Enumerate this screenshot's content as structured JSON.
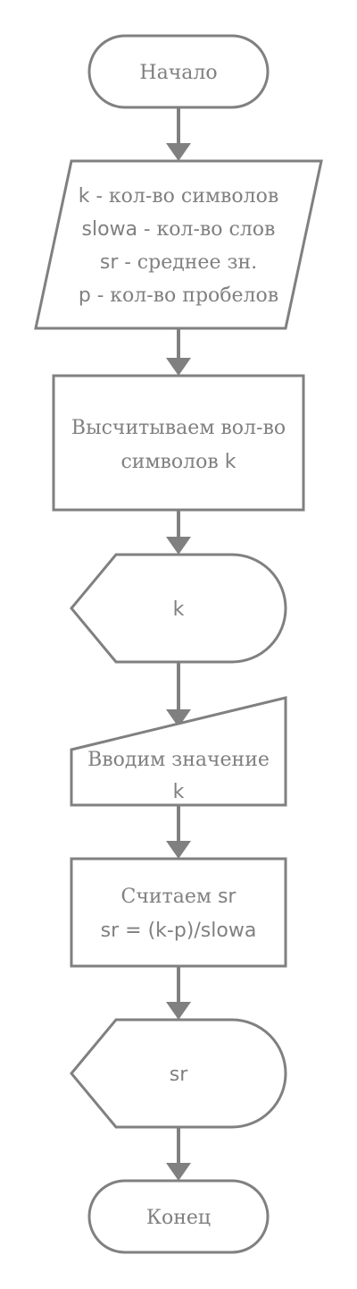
{
  "flowchart": {
    "start": {
      "text": "Начало"
    },
    "input": {
      "lines": [
        [
          {
            "t": "k",
            "f": "sans"
          },
          {
            "t": " - кол-во символов",
            "f": "serif"
          }
        ],
        [
          {
            "t": "slowa",
            "f": "sans"
          },
          {
            "t": " - кол-во слов",
            "f": "serif"
          }
        ],
        [
          {
            "t": "sr",
            "f": "sans"
          },
          {
            "t": " - среднее зн.",
            "f": "serif"
          }
        ],
        [
          {
            "t": "p",
            "f": "sans"
          },
          {
            "t": " - кол-во пробелов",
            "f": "serif"
          }
        ]
      ]
    },
    "process1": {
      "lines": [
        [
          {
            "t": "Высчитываем вол-во",
            "f": "serif"
          }
        ],
        [
          {
            "t": "символов ",
            "f": "serif"
          },
          {
            "t": "k",
            "f": "sans"
          }
        ]
      ]
    },
    "display1": {
      "text": "k"
    },
    "manual_input": {
      "lines": [
        [
          {
            "t": "Вводим значение",
            "f": "serif"
          }
        ],
        [
          {
            "t": "k",
            "f": "sans"
          }
        ]
      ]
    },
    "process2": {
      "lines": [
        [
          {
            "t": "Считаем ",
            "f": "serif"
          },
          {
            "t": "sr",
            "f": "sans"
          }
        ],
        [
          {
            "t": "sr = (k-p)/slowa",
            "f": "sans"
          }
        ]
      ]
    },
    "display2": {
      "text": "sr"
    },
    "end": {
      "text": "Конец"
    },
    "colors": {
      "stroke": "#808080",
      "text": "#808080",
      "fill": "#ffffff"
    }
  }
}
